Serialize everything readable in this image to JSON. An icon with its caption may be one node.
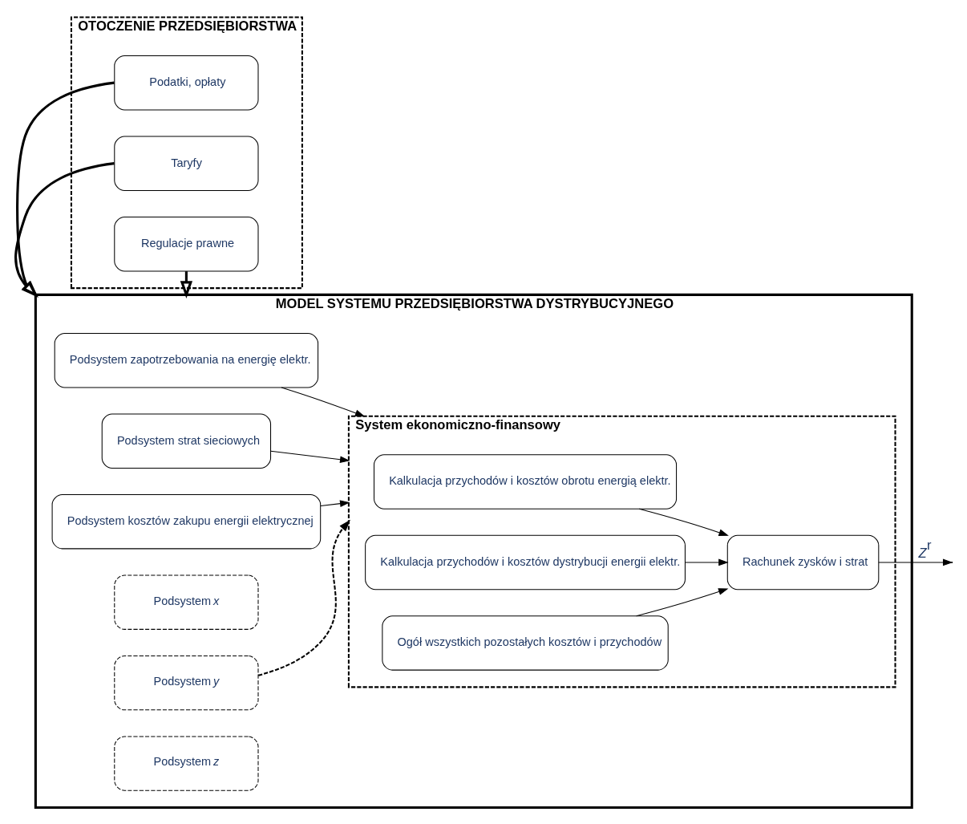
{
  "diagram": {
    "nodes": [
      {
        "text": [
          "MODEL SYSTEMU PRZEDSIĘBIORSTWA DYSTRYBUCYJNEGO"
        ]
      },
      {
        "text": [
          "Podsystem zapotrzebowania na energię elektr."
        ],
        "in": 0
      },
      {
        "text": [
          "Podsystem strat sieciowych"
        ],
        "in": 0
      },
      {
        "text": [
          "Podsystem kosztów zakupu energii elektrycznej"
        ],
        "in": 0
      },
      {
        "text": [
          "Podsystem *x*"
        ],
        "in": 0
      },
      {
        "text": [
          "Podsystem *y*"
        ],
        "in": 0
      },
      {
        "text": [
          "Podsystem *z*"
        ],
        "in": 0
      },
      {
        "text": [
          "System ekonomiczno-finansowy"
        ],
        "in": 0
      },
      {
        "text": [
          "Kalkulacja przychodów i kosztów obrotu energią elektr."
        ],
        "in": 7
      },
      {
        "text": [
          "Kalkulacja przychodów i kosztów dystrybucji energii elektr."
        ],
        "in": 7
      },
      {
        "text": [
          "Ogół wszystkich pozostałych kosztów i przychodów"
        ],
        "in": 7
      },
      {
        "text": [
          "Rachunek zysków i strat"
        ],
        "in": 7
      },
      {
        "text": [
          "OTOCZENIE PRZEDSIĘBIORSTWA"
        ]
      },
      {
        "text": [
          "Podatki, opłaty"
        ],
        "in": 12
      },
      {
        "text": [
          "Taryfy"
        ],
        "in": 12
      },
      {
        "text": [
          "Regulacje prawne"
        ],
        "in": 12
      }
    ],
    "edges": [
      {
        "from": 1,
        "to": 7,
        "arrow": "to"
      },
      {
        "from": 2,
        "to": 7,
        "arrow": "to"
      },
      {
        "from": 3,
        "to": 7,
        "arrow": "to"
      },
      {
        "from": 5,
        "to": 7,
        "arrow": "to",
        "style": "dashed"
      },
      {
        "from": 8,
        "to": 11,
        "arrow": "to"
      },
      {
        "from": 9,
        "to": 11,
        "arrow": "to"
      },
      {
        "from": 10,
        "to": 11,
        "arrow": "to"
      },
      {
        "from": 11,
        "to": null,
        "arrow": "to",
        "label": "*Z*$^{r}$"
      },
      {
        "from": 13,
        "to": 0,
        "arrow": "to",
        "style": "thick"
      },
      {
        "from": 14,
        "to": 0,
        "arrow": "to",
        "style": "thick"
      },
      {
        "from": 15,
        "to": 0,
        "arrow": "to",
        "style": "thick"
      }
    ]
  }
}
